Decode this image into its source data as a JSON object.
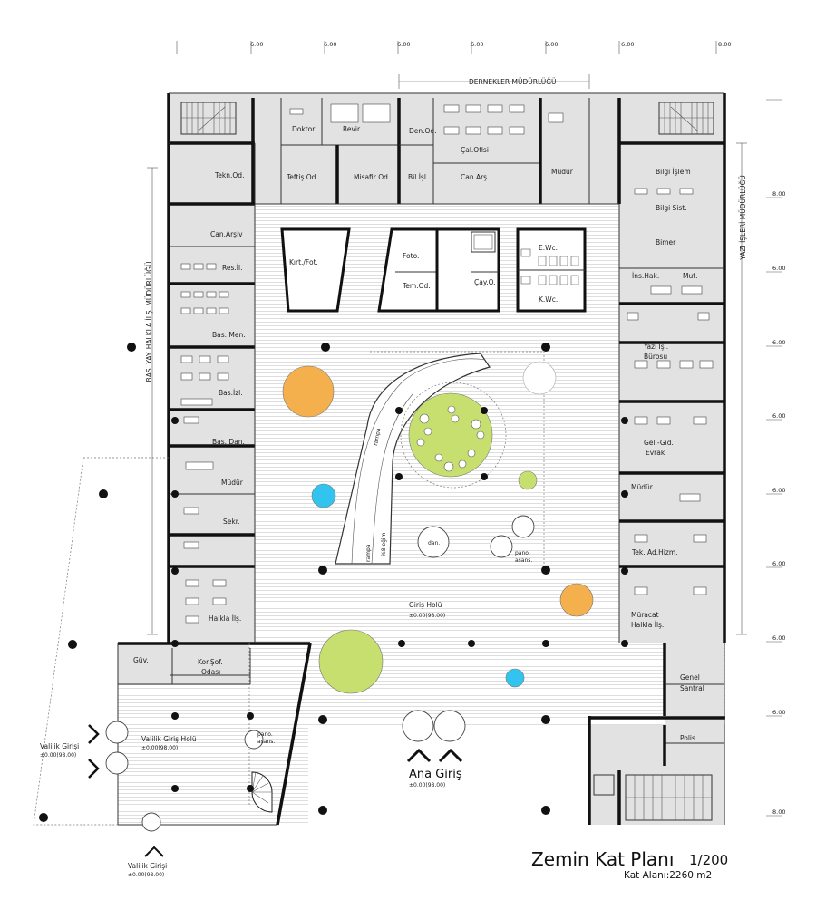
{
  "plan": {
    "title": "Zemin Kat Planı",
    "scale": "1/200",
    "area": "Kat Alanı:2260 m2",
    "main_entrance": "Ana Giriş",
    "main_entrance_level": "±0.00(98.00)",
    "lobby": "Giriş Holü",
    "lobby_level": "±0.00(98.00)",
    "governorship_lobby": "Valilik Giriş Holü",
    "governorship_lobby_level": "±0.00(98.00)",
    "governorship_entrance": "Valilik Girişi",
    "governorship_entrance_level": "±0.00(98.00)",
    "side_labels": {
      "left": "BAS. YAY. HALKLA İLŞ. MÜDÜRLÜĞÜ",
      "right": "YAZI İŞLERİ MÜDÜRLÜĞÜ",
      "top": "DERNEKLER MÜDÜRLÜĞÜ"
    },
    "top_dims": [
      "6.00",
      "6.00",
      "6.00",
      "6.00",
      "6.00",
      "6.00",
      "8.00"
    ],
    "right_dims": [
      "8.00",
      "6.00",
      "6.00",
      "6.00",
      "6.00",
      "6.00",
      "6.00",
      "6.00",
      "8.00"
    ],
    "rooms_top": [
      "Doktor",
      "Revir",
      "Den.Od.",
      "Çal.Ofisi",
      "Teftiş Od.",
      "Misafir Od.",
      "Bil.İşl.",
      "Can.Arş.",
      "Müdür"
    ],
    "rooms_left": [
      "Tekn.Od.",
      "Can.Arşiv",
      "Res.İl.",
      "Bas. Men.",
      "Bas.İzl.",
      "Bas. Dan.",
      "Müdür",
      "Sekr.",
      "Halkla İlş.",
      "Güv.",
      "Kor.Şof.",
      "Odası"
    ],
    "rooms_right": [
      "Bilgi İşlem",
      "Bilgi Sist.",
      "Bimer",
      "İns.Hak.",
      "Mut.",
      "Yazı İşl.",
      "Bürosu",
      "Gel.-Gid.",
      "Evrak",
      "Müdür",
      "Tek. Ad.Hizm.",
      "Müracat",
      "Halkla İlş.",
      "Genel",
      "Santral",
      "Polis"
    ],
    "rooms_core": [
      "Kırt./Fot.",
      "Foto.",
      "Tem.Od.",
      "Çay.O.",
      "E.Wc.",
      "K.Wc."
    ],
    "misc": {
      "ramp": "rampa",
      "ramp_pct": "%8 eğim",
      "info": "dan.",
      "pano1": "pano.",
      "asans1": "asans.",
      "pano2": "pano.",
      "asans2": "asans."
    },
    "colors": {
      "orange": "#f5b04e",
      "green": "#c6df6e",
      "cyan": "#32c4ef",
      "wall": "#111111",
      "grey_room": "#e2e2e2"
    }
  }
}
